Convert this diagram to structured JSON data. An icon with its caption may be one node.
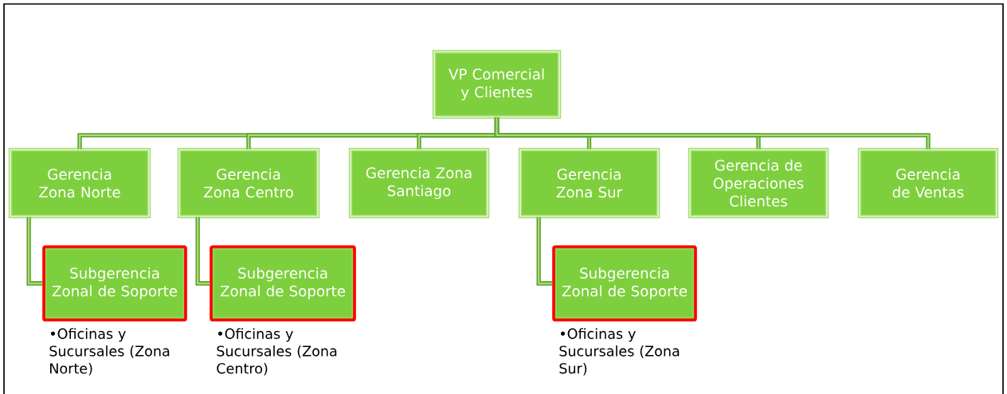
{
  "diagram": {
    "nodes": [
      {
        "text": [
          "VP Comercial y Clientes"
        ]
      },
      {
        "text": [
          "Gerencia Zona Norte"
        ]
      },
      {
        "text": [
          "Gerencia Zona Centro"
        ]
      },
      {
        "text": [
          "Gerencia Zona Santiago"
        ]
      },
      {
        "text": [
          "Gerencia Zona Sur"
        ]
      },
      {
        "text": [
          "Gerencia de Operaciones Clientes"
        ]
      },
      {
        "text": [
          "Gerencia de Ventas"
        ]
      },
      {
        "text": [
          "Subgerencia Zonal de Soporte"
        ],
        "beside": [
          "•Oficinas y Sucursales (Zona Norte)"
        ]
      },
      {
        "text": [
          "Subgerencia Zonal de Soporte"
        ],
        "beside": [
          "•Oficinas y Sucursales (Zona Centro)"
        ]
      },
      {
        "text": [
          "Subgerencia Zonal de Soporte"
        ],
        "beside": [
          "•Oficinas y Sucursales (Zona Sur)"
        ]
      }
    ],
    "edges": [
      {
        "from": 0,
        "to": 1,
        "arrow": "none"
      },
      {
        "from": 0,
        "to": 2,
        "arrow": "none"
      },
      {
        "from": 0,
        "to": 3,
        "arrow": "none"
      },
      {
        "from": 0,
        "to": 4,
        "arrow": "none"
      },
      {
        "from": 0,
        "to": 5,
        "arrow": "none"
      },
      {
        "from": 0,
        "to": 6,
        "arrow": "none"
      },
      {
        "from": 1,
        "to": 7,
        "arrow": "none"
      },
      {
        "from": 2,
        "to": 8,
        "arrow": "none"
      },
      {
        "from": 4,
        "to": 9,
        "arrow": "none"
      }
    ]
  }
}
